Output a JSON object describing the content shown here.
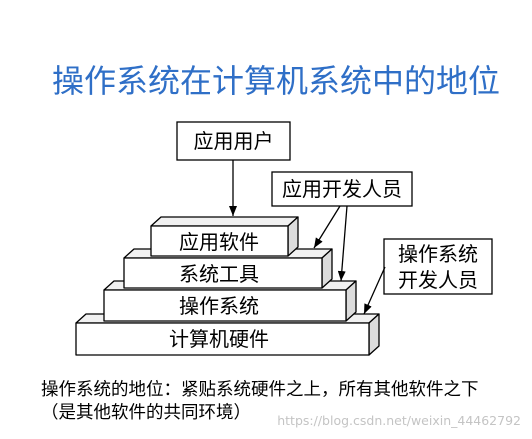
{
  "title": "操作系统在计算机系统中的地位",
  "colors": {
    "title": "#2f6fc7",
    "watermark": "#c4c4c4"
  },
  "actors": {
    "application_user": {
      "label": "应用用户"
    },
    "application_developer": {
      "label": "应用开发人员"
    },
    "os_developer": {
      "lines": [
        "操作系统",
        "开发人员"
      ]
    }
  },
  "layers": [
    {
      "label": "应用软件"
    },
    {
      "label": "系统工具"
    },
    {
      "label": "操作系统"
    },
    {
      "label": "计算机硬件"
    }
  ],
  "caption": {
    "line1": "操作系统的地位：紧贴系统硬件之上，所有其他软件之下",
    "line2": "（是其他软件的共同环境）"
  },
  "watermark": "https://blog.csdn.net/weixin_44462792"
}
